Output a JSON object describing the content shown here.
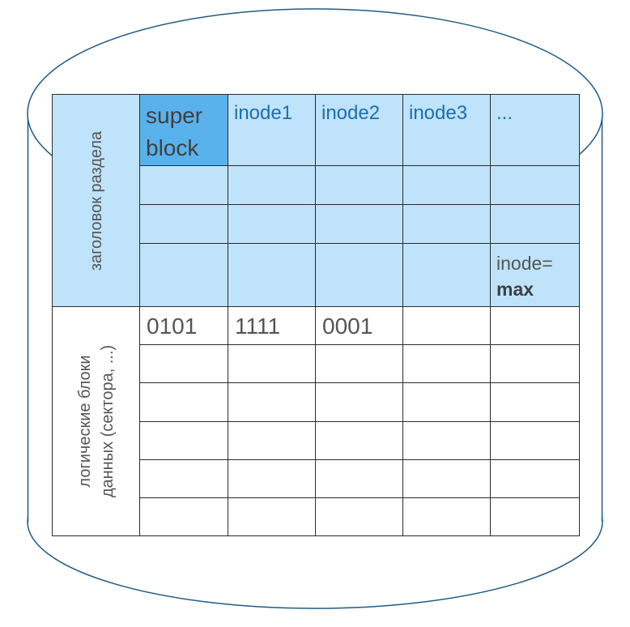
{
  "partition_header_label": "заголовок раздела",
  "logical_blocks_label": {
    "line1": "логические блоки",
    "line2": "данных (сектора, ...)"
  },
  "header_row": {
    "superblock_line1": "super",
    "superblock_line2": "block",
    "inodes": [
      "inode1",
      "inode2",
      "inode3",
      "..."
    ]
  },
  "last_inode": {
    "prefix": "inode=",
    "value": "max"
  },
  "data_row_1": [
    "0101",
    "1111",
    "0001"
  ],
  "colors": {
    "header_fill": "#bfe3fb",
    "superblock_fill": "#5ab2ed",
    "inode_text": "#1b6fab",
    "cylinder_stroke": "#1f5a86"
  }
}
